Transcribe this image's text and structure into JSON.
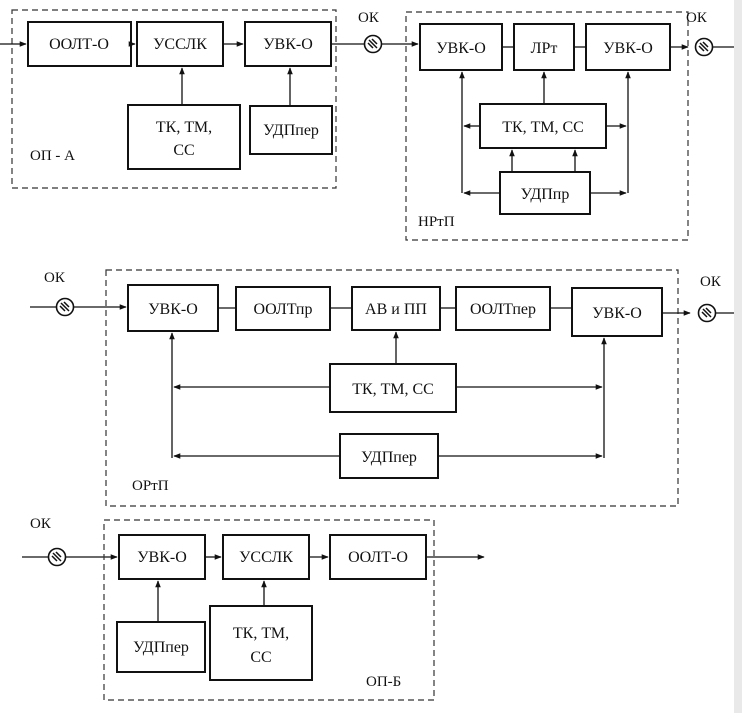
{
  "sections": {
    "op_a": {
      "label": "ОП - А",
      "blocks": {
        "oolt_o": "ООЛТ-О",
        "ussclk": "УССЛК",
        "uvk_o": "УВК-О",
        "tk_line1": "ТК, ТМ,",
        "tk_line2": "СС",
        "udp": "УДПпер"
      }
    },
    "nrtp": {
      "label": "НРтП",
      "blocks": {
        "uvk_o_left": "УВК-О",
        "lrt": "ЛРт",
        "uvk_o_right": "УВК-О",
        "tk": "ТК, ТМ, СС",
        "udp": "УДПпр"
      }
    },
    "ortp": {
      "label": "ОРтП",
      "blocks": {
        "uvk_o_left": "УВК-О",
        "oolt_pr": "ООЛТпр",
        "av_pp": "АВ и ПП",
        "oolt_per": "ООЛТпер",
        "uvk_o_right": "УВК-О",
        "tk": "ТК, ТМ, СС",
        "udp": "УДПпер"
      }
    },
    "op_b": {
      "label": "ОП-Б",
      "blocks": {
        "uvk_o": "УВК-О",
        "ussclk": "УССЛК",
        "oolt_o": "ООЛТ-О",
        "udp": "УДПпер",
        "tk_line1": "ТК, ТМ,",
        "tk_line2": "СС"
      }
    }
  },
  "cable_labels": {
    "ok_top_mid": "ОК",
    "ok_top_right": "ОК",
    "ok_mid_left": "ОК",
    "ok_mid_right": "ОК",
    "ok_bottom_left": "ОК"
  },
  "icons": {
    "connector": "optical-connector-icon"
  },
  "colors": {
    "line": "#111111",
    "background": "#ffffff"
  }
}
